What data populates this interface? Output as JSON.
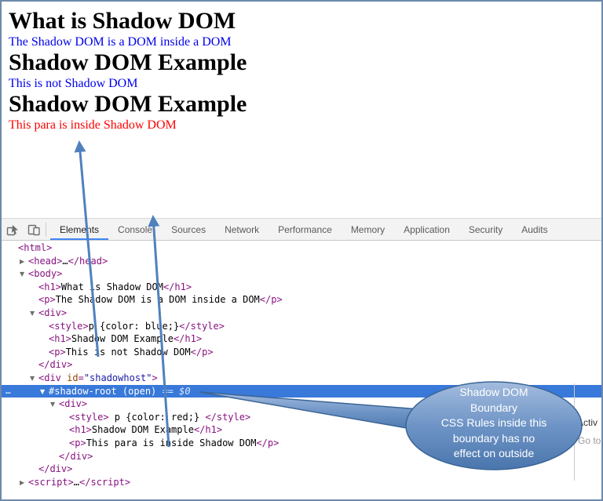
{
  "colors": {
    "page-blue": "#0000ee",
    "page-red": "#ff0000",
    "selection": "#3879d9",
    "tag": "#881280",
    "attr": "#994500",
    "value": "#1a1aa6",
    "arrow": "#4f81bd",
    "callout-fill": "#4f81bd"
  },
  "page": {
    "heading1": "What is Shadow DOM",
    "para1": "The Shadow DOM is a DOM inside a DOM",
    "heading2": "Shadow DOM Example",
    "para2": "This is not Shadow DOM",
    "heading3": "Shadow DOM Example",
    "para3": "This para is inside Shadow DOM"
  },
  "devtools": {
    "tabs": [
      "Elements",
      "Console",
      "Sources",
      "Network",
      "Performance",
      "Memory",
      "Application",
      "Security",
      "Audits"
    ],
    "selected_tab": "Elements",
    "tree": [
      {
        "indent": 0,
        "arrow": null,
        "parts": [
          {
            "t": "tag",
            "s": "<html>"
          }
        ]
      },
      {
        "indent": 1,
        "arrow": "right",
        "parts": [
          {
            "t": "tag",
            "s": "<head>"
          },
          {
            "t": "txt",
            "s": "…"
          },
          {
            "t": "tag",
            "s": "</head>"
          }
        ]
      },
      {
        "indent": 1,
        "arrow": "down",
        "parts": [
          {
            "t": "tag",
            "s": "<body>"
          }
        ]
      },
      {
        "indent": 2,
        "arrow": null,
        "parts": [
          {
            "t": "tag",
            "s": "<h1>"
          },
          {
            "t": "txt",
            "s": "What is Shadow DOM"
          },
          {
            "t": "tag",
            "s": "</h1>"
          }
        ]
      },
      {
        "indent": 2,
        "arrow": null,
        "parts": [
          {
            "t": "tag",
            "s": "<p>"
          },
          {
            "t": "txt",
            "s": "The Shadow DOM is a DOM inside a DOM"
          },
          {
            "t": "tag",
            "s": "</p>"
          }
        ]
      },
      {
        "indent": 2,
        "arrow": "down",
        "parts": [
          {
            "t": "tag",
            "s": "<div>"
          }
        ]
      },
      {
        "indent": 3,
        "arrow": null,
        "parts": [
          {
            "t": "tag",
            "s": "<style>"
          },
          {
            "t": "txt",
            "s": "p {color: blue;}"
          },
          {
            "t": "tag",
            "s": "</style>"
          }
        ]
      },
      {
        "indent": 3,
        "arrow": null,
        "parts": [
          {
            "t": "tag",
            "s": "<h1>"
          },
          {
            "t": "txt",
            "s": "Shadow DOM Example"
          },
          {
            "t": "tag",
            "s": "</h1>"
          }
        ]
      },
      {
        "indent": 3,
        "arrow": null,
        "parts": [
          {
            "t": "tag",
            "s": "<p>"
          },
          {
            "t": "txt",
            "s": "This is not Shadow DOM"
          },
          {
            "t": "tag",
            "s": "</p>"
          }
        ]
      },
      {
        "indent": 2,
        "arrow": null,
        "parts": [
          {
            "t": "tag",
            "s": "</div>"
          }
        ]
      },
      {
        "indent": 2,
        "arrow": "down",
        "parts": [
          {
            "t": "tag",
            "s": "<div "
          },
          {
            "t": "attr",
            "s": "id"
          },
          {
            "t": "tag",
            "s": "="
          },
          {
            "t": "val",
            "s": "\"shadowhost\""
          },
          {
            "t": "tag",
            "s": ">"
          }
        ]
      },
      {
        "indent": 3,
        "arrow": "down",
        "selected": true,
        "gutter": "…",
        "parts": [
          {
            "t": "shadow",
            "s": "#shadow-root (open)"
          },
          {
            "t": "eq",
            "s": " == $0"
          }
        ]
      },
      {
        "indent": 4,
        "arrow": "down",
        "parts": [
          {
            "t": "tag",
            "s": "<div>"
          }
        ]
      },
      {
        "indent": 5,
        "arrow": null,
        "parts": [
          {
            "t": "tag",
            "s": "<style>"
          },
          {
            "t": "txt",
            "s": " p {color: red;} "
          },
          {
            "t": "tag",
            "s": "</style>"
          }
        ]
      },
      {
        "indent": 5,
        "arrow": null,
        "parts": [
          {
            "t": "tag",
            "s": "<h1>"
          },
          {
            "t": "txt",
            "s": "Shadow DOM Example"
          },
          {
            "t": "tag",
            "s": "</h1>"
          }
        ]
      },
      {
        "indent": 5,
        "arrow": null,
        "parts": [
          {
            "t": "tag",
            "s": "<p>"
          },
          {
            "t": "txt",
            "s": "This para is inside Shadow DOM"
          },
          {
            "t": "tag",
            "s": "</p>"
          }
        ]
      },
      {
        "indent": 4,
        "arrow": null,
        "parts": [
          {
            "t": "tag",
            "s": "</div>"
          }
        ]
      },
      {
        "indent": 2,
        "arrow": null,
        "parts": [
          {
            "t": "tag",
            "s": "</div>"
          }
        ]
      },
      {
        "indent": 1,
        "arrow": "right",
        "parts": [
          {
            "t": "tag",
            "s": "<script>"
          },
          {
            "t": "txt",
            "s": "…"
          },
          {
            "t": "tag",
            "s": "</script>"
          }
        ]
      }
    ]
  },
  "callout": {
    "lines": [
      "Shadow DOM",
      "Boundary",
      "CSS Rules inside this",
      "boundary has no",
      "effect  on outside"
    ]
  },
  "side": {
    "text1": "Activ",
    "text2": "Go to"
  }
}
